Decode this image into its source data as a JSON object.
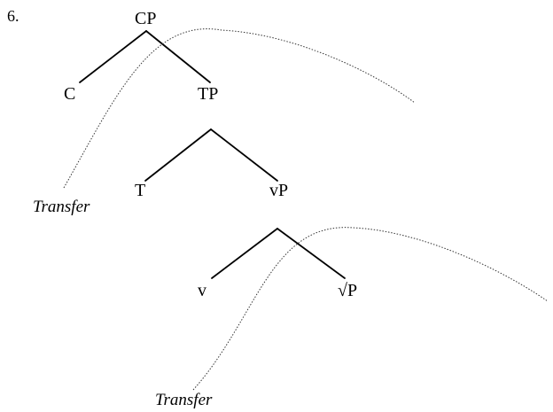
{
  "example_number": "6.",
  "tree": {
    "cp": {
      "label": "CP",
      "children": {
        "c": "C",
        "tp": "TP"
      }
    },
    "tp": {
      "children": {
        "t": "T",
        "vp": "vP"
      }
    },
    "vp": {
      "children": {
        "v": "v",
        "rootp": "√P"
      }
    }
  },
  "transfer": {
    "upper_label": "Transfer",
    "lower_label": "Transfer"
  }
}
